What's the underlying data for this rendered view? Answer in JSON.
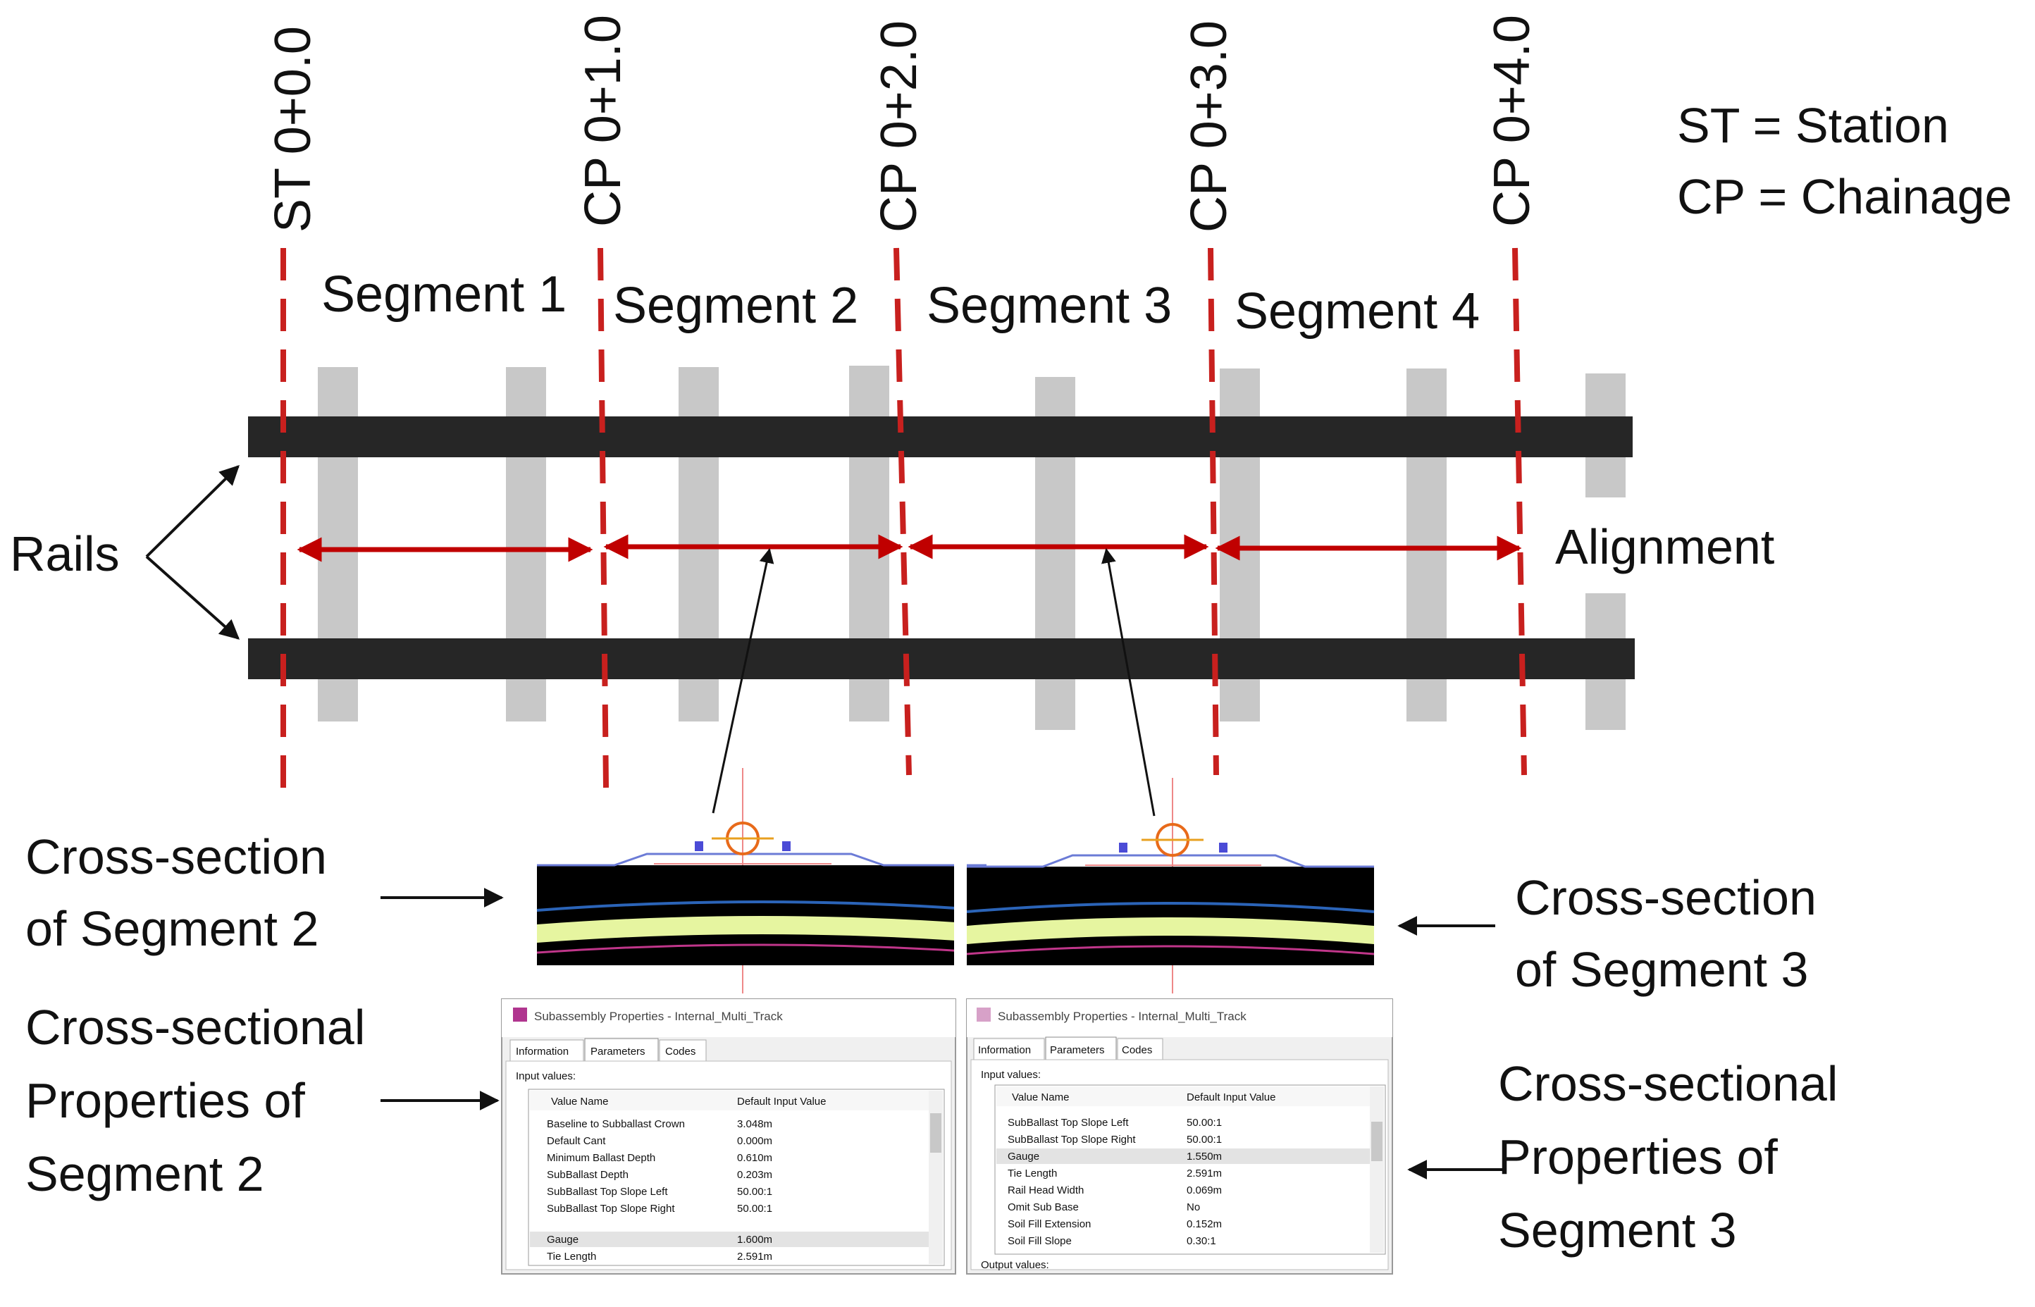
{
  "stations": [
    {
      "label": "ST 0+0.0"
    },
    {
      "label": "CP 0+1.0"
    },
    {
      "label": "CP 0+2.0"
    },
    {
      "label": "CP 0+3.0"
    },
    {
      "label": "CP 0+4.0"
    }
  ],
  "segments": [
    "Segment 1",
    "Segment 2",
    "Segment 3",
    "Segment 4"
  ],
  "legend": {
    "st": "ST = Station",
    "cp": "CP = Chainage"
  },
  "labels": {
    "rails": "Rails",
    "alignment": "Alignment",
    "cs2_line1": "Cross-section",
    "cs2_line2": "of Segment 2",
    "cs3_line1": "Cross-section",
    "cs3_line2": "of Segment 3",
    "csp2_line1": "Cross-sectional",
    "csp2_line2": "Properties of",
    "csp2_line3": "Segment 2",
    "csp3_line1": "Cross-sectional",
    "csp3_line2": "Properties of",
    "csp3_line3": "Segment 3"
  },
  "colors": {
    "dashed_line": "#c8201e",
    "arrow": "#c00000",
    "rail": "#262626",
    "tie": "#c8c8c8",
    "ballast": "#000000",
    "subballast": "#e6f5a0"
  },
  "dialogs": [
    {
      "title": "Subassembly Properties - Internal_Multi_Track",
      "tabs": [
        "Information",
        "Parameters",
        "Codes"
      ],
      "section": "Input values:",
      "col_name": "Value Name",
      "col_value": "Default Input Value",
      "rows": [
        {
          "name": "Baseline to Subballast Crown",
          "value": "3.048m"
        },
        {
          "name": "Default Cant",
          "value": "0.000m"
        },
        {
          "name": "Minimum Ballast Depth",
          "value": "0.610m"
        },
        {
          "name": "SubBallast Depth",
          "value": "0.203m"
        },
        {
          "name": "SubBallast Top Slope Left",
          "value": "50.00:1"
        },
        {
          "name": "SubBallast Top Slope Right",
          "value": "50.00:1"
        },
        {
          "name": "Gauge",
          "value": "1.600m"
        },
        {
          "name": "Tie Length",
          "value": "2.591m"
        }
      ],
      "footer": ""
    },
    {
      "title": "Subassembly Properties - Internal_Multi_Track",
      "tabs": [
        "Information",
        "Parameters",
        "Codes"
      ],
      "section": "Input values:",
      "col_name": "Value Name",
      "col_value": "Default Input Value",
      "rows": [
        {
          "name": "SubBallast Top Slope Left",
          "value": "50.00:1"
        },
        {
          "name": "SubBallast Top Slope Right",
          "value": "50.00:1"
        },
        {
          "name": "Gauge",
          "value": "1.550m"
        },
        {
          "name": "Tie Length",
          "value": "2.591m"
        },
        {
          "name": "Rail Head Width",
          "value": "0.069m"
        },
        {
          "name": "Omit Sub Base",
          "value": "No"
        },
        {
          "name": "Soil Fill Extension",
          "value": "0.152m"
        },
        {
          "name": "Soil Fill Slope",
          "value": "0.30:1"
        }
      ],
      "footer": "Output values:"
    }
  ]
}
